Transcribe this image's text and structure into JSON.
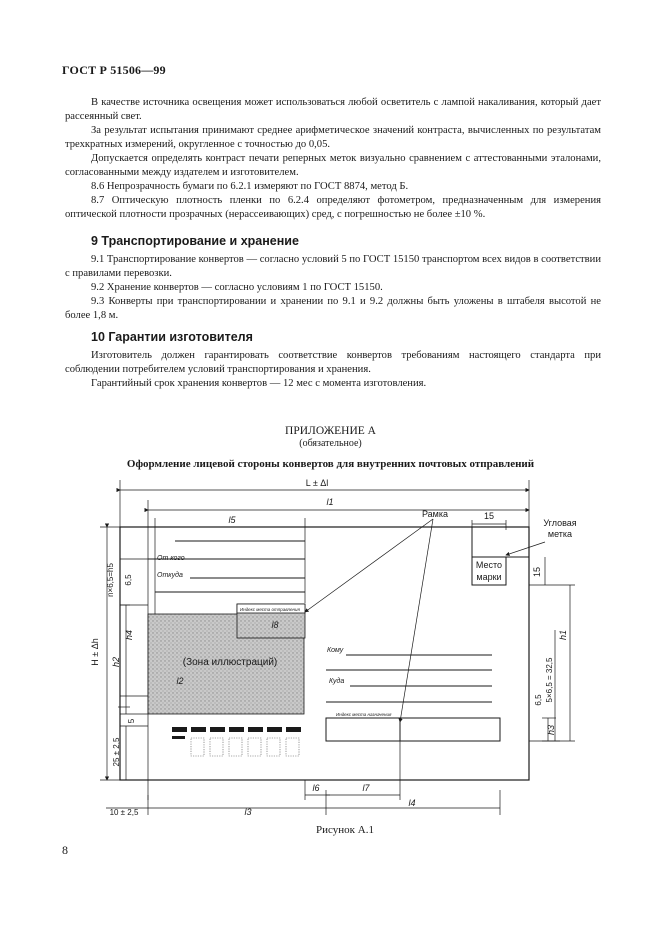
{
  "header": {
    "doc_code": "ГОСТ Р 51506—99"
  },
  "block1": [
    "В качестве источника освещения может использоваться любой осветитель с лампой накаливания, который дает рассеянный свет.",
    "За результат испытания принимают среднее арифметическое значений контраста, вычисленных по результатам трехкратных измерений, округленное с точностью до 0,05.",
    "Допускается определять контраст печати реперных меток визуально сравнением с аттестованными эталонами, согласованными между издателем и изготовителем.",
    "8.6 Непрозрачность бумаги по 6.2.1 измеряют по ГОСТ 8874, метод Б.",
    "8.7 Оптическую плотность пленки по 6.2.4 определяют фотометром, предназначенным для измерения оптической плотности прозрачных (нерассеивающих) сред, с погрешностью не более ±10 %."
  ],
  "section9": {
    "title": "9  Транспортирование и хранение",
    "paragraphs": [
      "9.1 Транспортирование конвертов — согласно условий 5 по ГОСТ 15150 транспортом всех видов в соответствии с правилами перевозки.",
      "9.2 Хранение конвертов — согласно условиям 1 по ГОСТ 15150.",
      "9.3 Конверты при транспортировании и хранении по 9.1 и 9.2 должны быть уложены в штабеля высотой не более 1,8 м."
    ]
  },
  "section10": {
    "title": "10  Гарантии изготовителя",
    "paragraphs": [
      "Изготовитель должен гарантировать соответствие конвертов требованиям настоящего стандарта при соблюдении потребителем условий транспортирования и хранения.",
      "Гарантийный срок хранения конвертов — 12 мес с момента изготовления."
    ]
  },
  "appendix": {
    "label": "ПРИЛОЖЕНИЕ А",
    "status": "(обязательное)",
    "title": "Оформление лицевой стороны конвертов для внутренних почтовых отправлений"
  },
  "figure": {
    "dim_L": "L ± Δl",
    "l1": "l1",
    "l5": "l5",
    "frame_label": "Рамка",
    "w15": "15",
    "corner_mark": [
      "Угловая",
      "метка"
    ],
    "from_whom": "От кого",
    "from_where": "Откуда",
    "stamp_place": [
      "Место",
      "марки"
    ],
    "h15": "15",
    "index_sender": "Индекс места отправления",
    "l8": "l8",
    "zone": "(Зона иллюстраций)",
    "to_whom": "Кому",
    "to_where": "Куда",
    "index_recipient": "Индекс места назначения",
    "l2": "l2",
    "H": "H ± Δh",
    "h5": "n×6,5=h5",
    "h4": "h4",
    "h2": "h2",
    "d5": "5",
    "d25": "25 ± 2,5",
    "d6_5": "6,5",
    "d6_5b": "6,5",
    "h1": "h1",
    "d32": "5×6,5 = 32,5",
    "h3": "h3",
    "l6": "l6",
    "l7": "l7",
    "d10": "10 ± 2,5",
    "l3": "l3",
    "l4": "l4",
    "caption": "Рисунок А.1"
  },
  "page_number": "8"
}
